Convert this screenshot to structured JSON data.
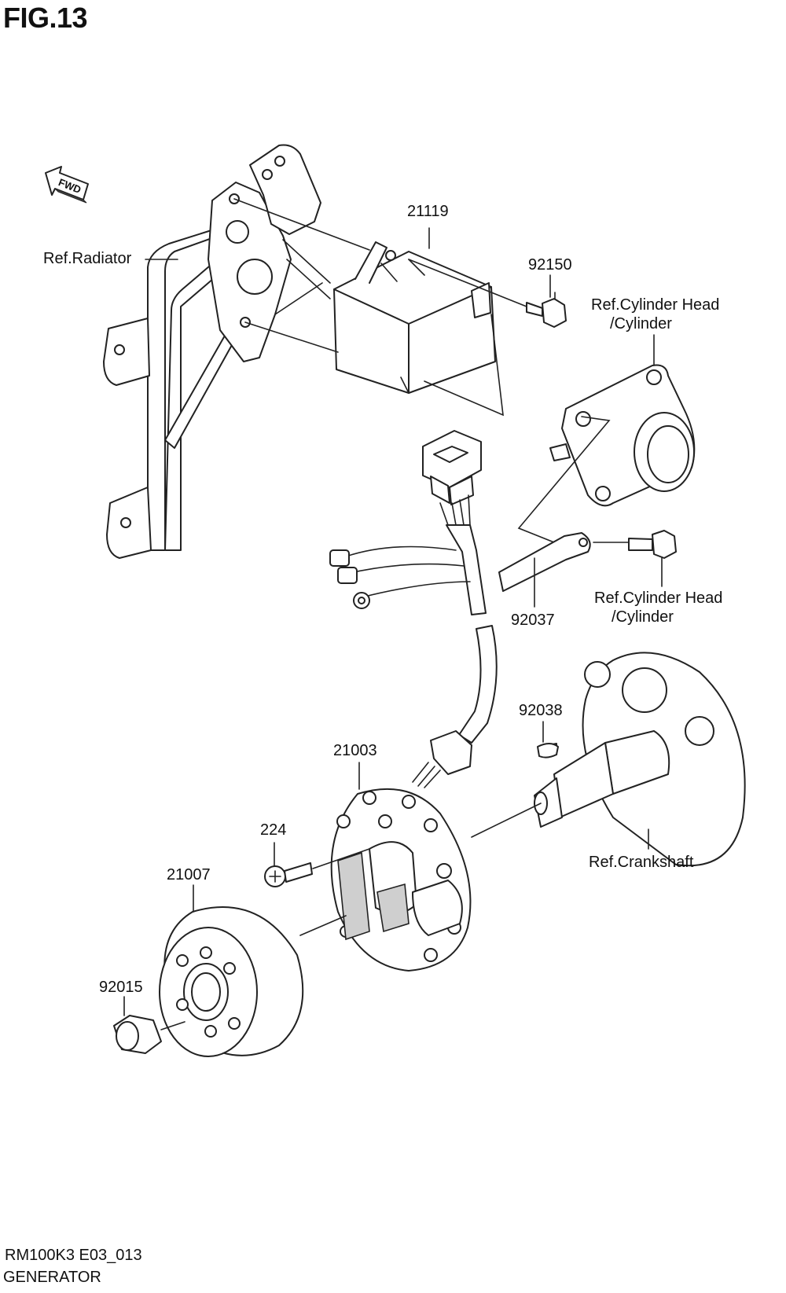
{
  "figure": {
    "title": "FIG.13",
    "direction_marker": "FWD"
  },
  "labels": {
    "ref_radiator": "Ref.Radiator",
    "p21119": "21119",
    "p92150": "92150",
    "ref_cylinder_head_1_line1": "Ref.Cylinder Head",
    "ref_cylinder_head_1_line2": "/Cylinder",
    "ref_cylinder_head_2_line1": "Ref.Cylinder Head",
    "ref_cylinder_head_2_line2": "/Cylinder",
    "p92037": "92037",
    "p92038": "92038",
    "p21003": "21003",
    "p224": "224",
    "p21007": "21007",
    "p92015": "92015",
    "ref_crankshaft": "Ref.Crankshaft"
  },
  "footer": {
    "code": "RM100K3 E03_013",
    "name": "GENERATOR"
  }
}
